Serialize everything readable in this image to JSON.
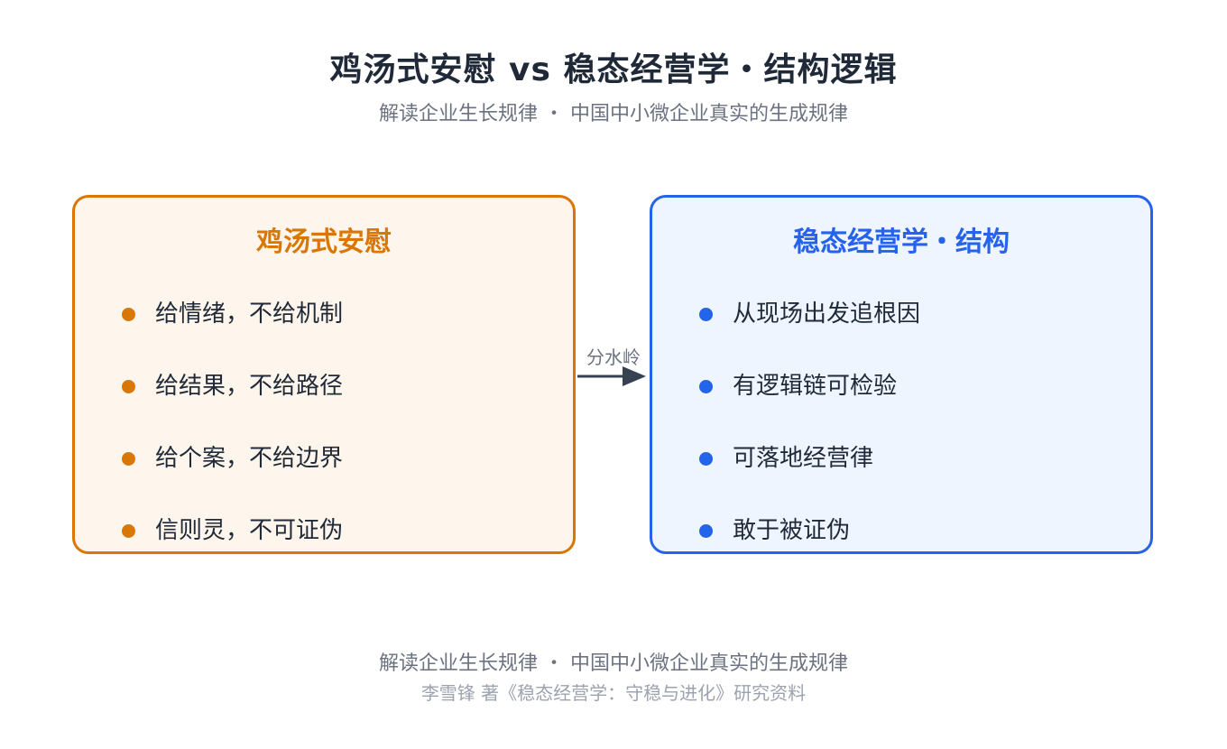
{
  "title": "鸡汤式安慰 vs 稳态经营学・结构逻辑",
  "subtitle": "解读企业生长规律 ・ 中国中小微企业真实的生成规律",
  "left_panel": {
    "title": "鸡汤式安慰",
    "color": "#d97706",
    "items": [
      {
        "label": "给情绪，不给机制"
      },
      {
        "label": "给结果，不给路径"
      },
      {
        "label": "给个案，不给边界"
      },
      {
        "label": "信则灵，不可证伪"
      }
    ]
  },
  "right_panel": {
    "title": "稳态经营学・结构",
    "color": "#2563eb",
    "items": [
      {
        "label": "从现场出发追根因"
      },
      {
        "label": "有逻辑链可检验"
      },
      {
        "label": "可落地经营律"
      },
      {
        "label": "敢于被证伪"
      }
    ]
  },
  "connector": {
    "label": "分水岭",
    "icon": "right-arrow-icon"
  },
  "footer": {
    "line1": "解读企业生长规律 ・ 中国中小微企业真实的生成规律",
    "line2": "李雪锋 著《稳态经营学：守稳与进化》研究资料"
  }
}
